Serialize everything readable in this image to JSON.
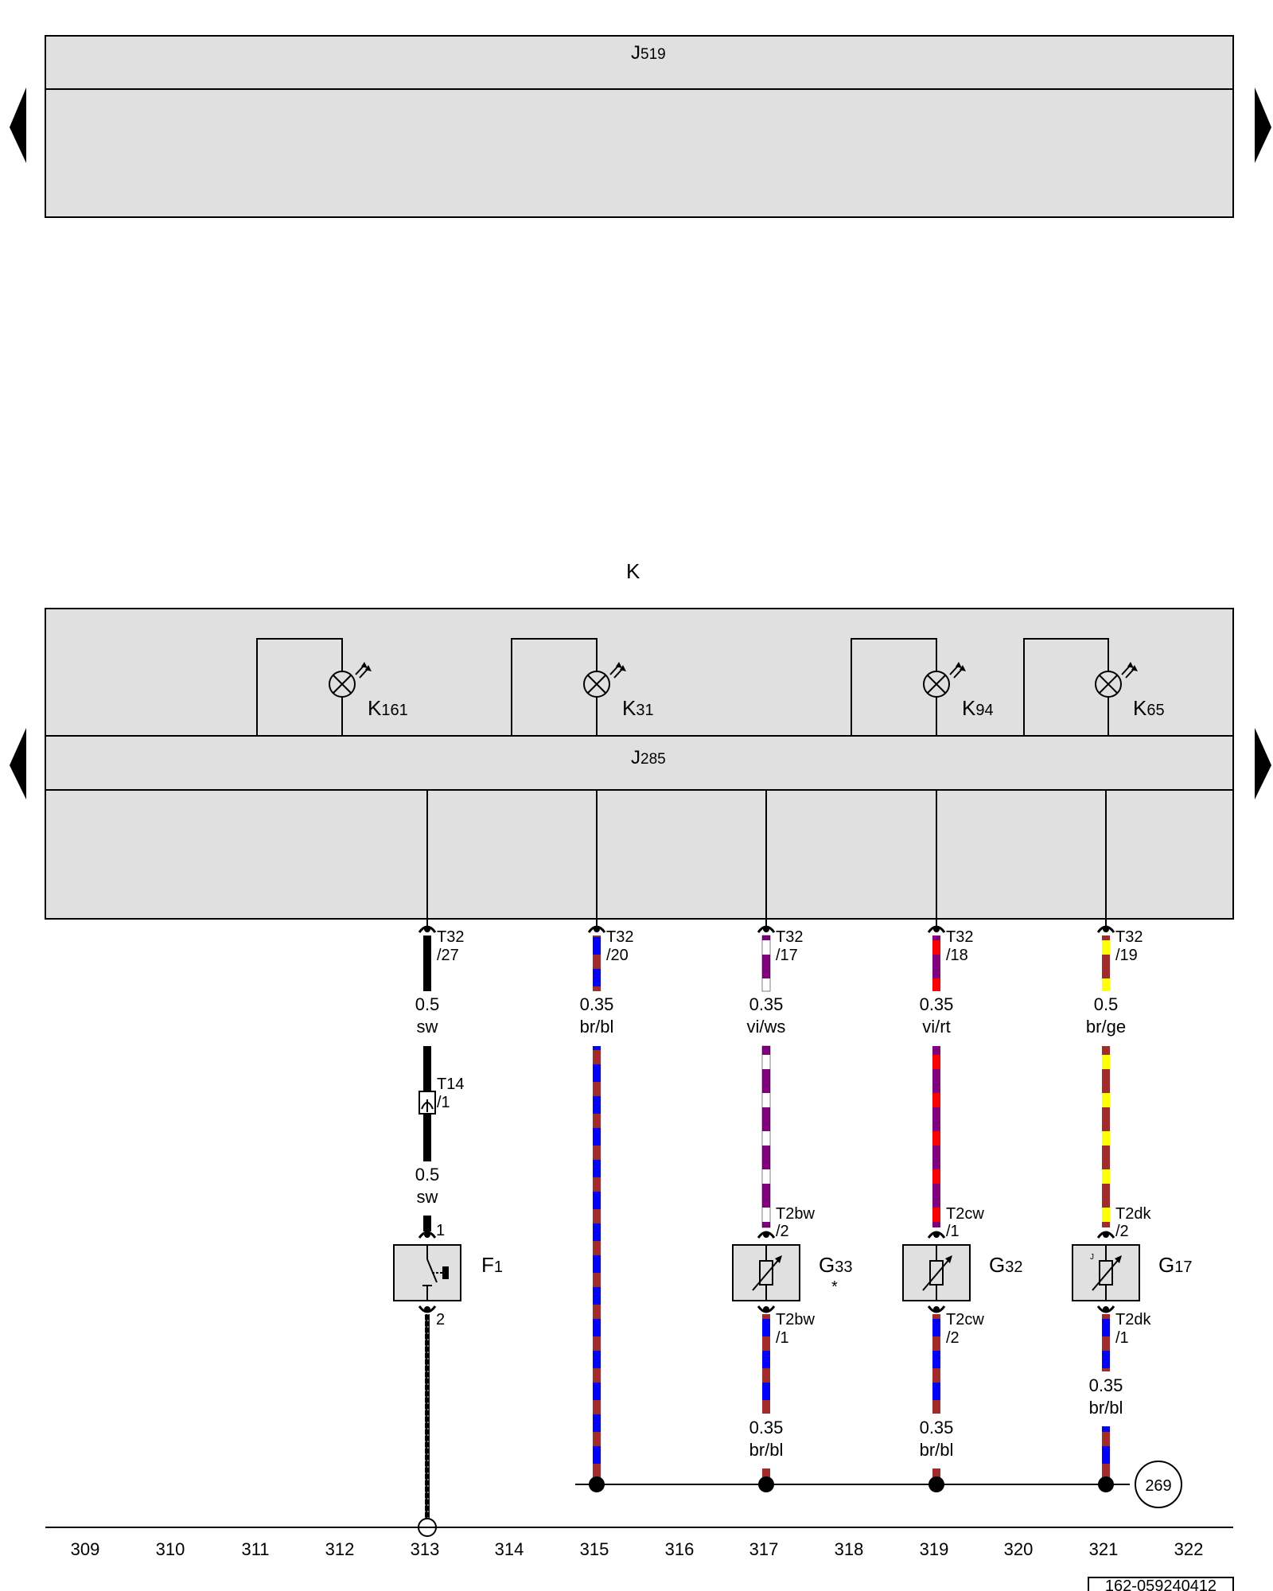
{
  "modules": {
    "j519": "J",
    "j519_sub": "519",
    "k": "K",
    "j285": "J",
    "j285_sub": "285"
  },
  "lamps": [
    {
      "id": "K161",
      "main": "K",
      "sub": "161"
    },
    {
      "id": "K31",
      "main": "K",
      "sub": "31"
    },
    {
      "id": "K94",
      "main": "K",
      "sub": "94"
    },
    {
      "id": "K65",
      "main": "K",
      "sub": "65"
    }
  ],
  "connectors": [
    {
      "line1": "T32",
      "line2": "/27"
    },
    {
      "line1": "T32",
      "line2": "/20"
    },
    {
      "line1": "T32",
      "line2": "/17"
    },
    {
      "line1": "T32",
      "line2": "/18"
    },
    {
      "line1": "T32",
      "line2": "/19"
    },
    {
      "line1": "T14",
      "line2": "/1"
    },
    {
      "line1": "",
      "line2": "1"
    },
    {
      "line1": "",
      "line2": "2"
    },
    {
      "line1": "T2bw",
      "line2": "/2"
    },
    {
      "line1": "T2bw",
      "line2": "/1"
    },
    {
      "line1": "T2cw",
      "line2": "/1"
    },
    {
      "line1": "T2cw",
      "line2": "/2"
    },
    {
      "line1": "T2dk",
      "line2": "/2"
    },
    {
      "line1": "T2dk",
      "line2": "/1"
    }
  ],
  "wires": [
    {
      "size": "0.5",
      "color": "sw"
    },
    {
      "size": "0.35",
      "color": "br/bl"
    },
    {
      "size": "0.35",
      "color": "vi/ws"
    },
    {
      "size": "0.35",
      "color": "vi/rt"
    },
    {
      "size": "0.5",
      "color": "br/ge"
    },
    {
      "size": "0.5",
      "color": "sw"
    },
    {
      "size": "0.35",
      "color": "br/bl"
    },
    {
      "size": "0.35",
      "color": "br/bl"
    },
    {
      "size": "0.35",
      "color": "br/bl"
    }
  ],
  "components": {
    "f1": {
      "main": "F",
      "sub": "1"
    },
    "g33": {
      "main": "G",
      "sub": "33",
      "note": "*"
    },
    "g32": {
      "main": "G",
      "sub": "32"
    },
    "g17": {
      "main": "G",
      "sub": "17",
      "mark": "J"
    }
  },
  "ground_ref": "269",
  "columns": [
    "309",
    "310",
    "311",
    "312",
    "313",
    "314",
    "315",
    "316",
    "317",
    "318",
    "319",
    "320",
    "321",
    "322"
  ],
  "doc_id": "162-059240412",
  "colors": {
    "panel": "#e0e0e0",
    "br": "#a52a2a",
    "bl": "#0000ff",
    "vi": "#800080",
    "ws": "#ffffff",
    "rt": "#ff0000",
    "ge": "#ffff00",
    "sw": "#000000"
  }
}
